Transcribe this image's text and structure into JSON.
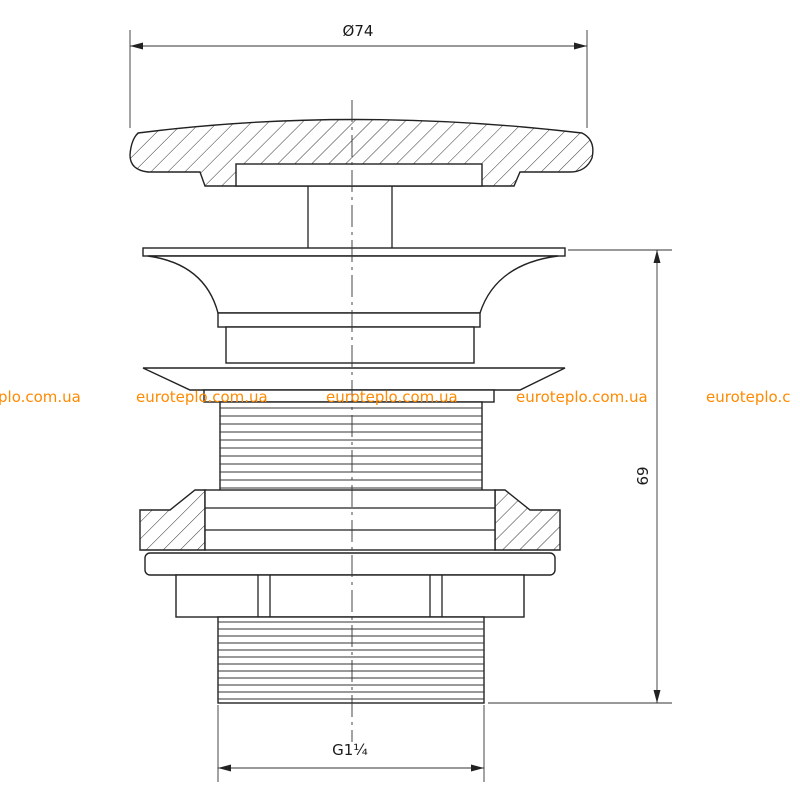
{
  "dimensions": {
    "top_diameter": "Ø74",
    "height": "69",
    "thread": "G1¼"
  },
  "watermark": {
    "texts": [
      "plo.com.ua",
      "euroteplo.com.ua",
      "euroteplo.com.ua",
      "euroteplo.com.ua",
      "euroteplo.c"
    ],
    "color": "#ff8a00"
  },
  "icons": {
    "arrowheads": "arrow-icon"
  },
  "colors": {
    "line": "#222222",
    "background": "#ffffff"
  }
}
